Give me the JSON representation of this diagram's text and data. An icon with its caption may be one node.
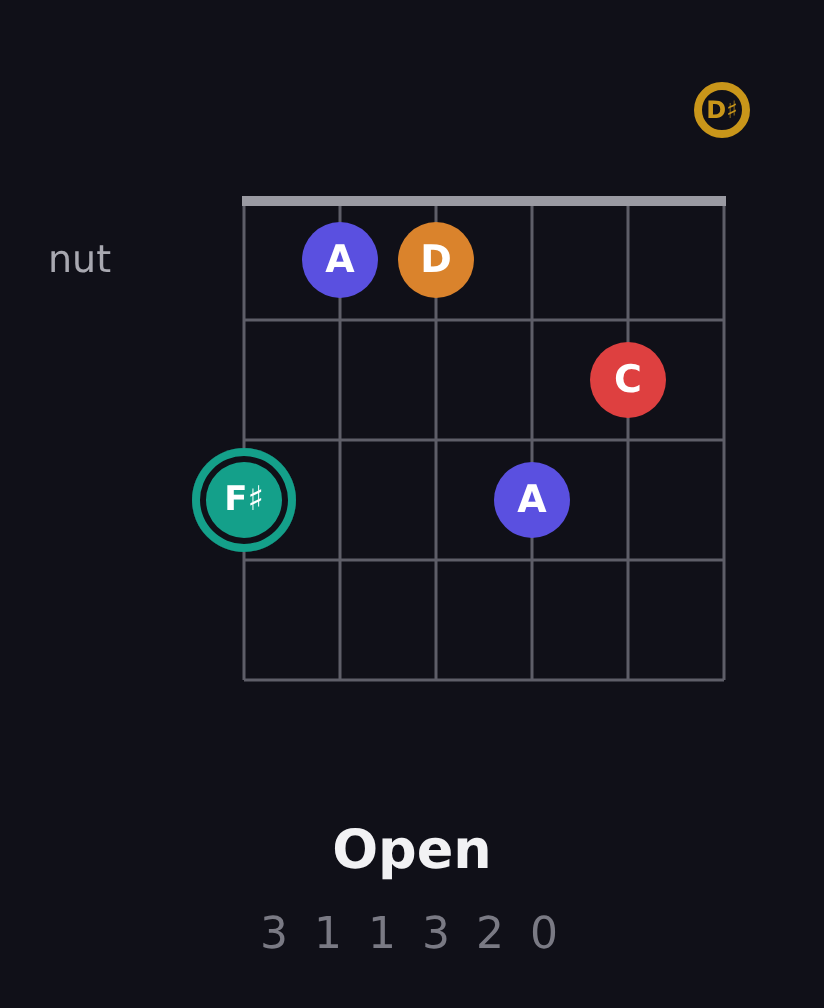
{
  "diagram": {
    "title": "Open",
    "nodes": [
      {
        "text": [
          "D♯"
        ]
      },
      {
        "text": [
          "A"
        ]
      },
      {
        "text": [
          "D"
        ]
      },
      {
        "text": [
          "C"
        ]
      },
      {
        "text": [
          "F♯"
        ]
      },
      {
        "text": [
          "A"
        ]
      }
    ],
    "labels": [
      "nut",
      "3 1 1 3 2 0"
    ]
  }
}
